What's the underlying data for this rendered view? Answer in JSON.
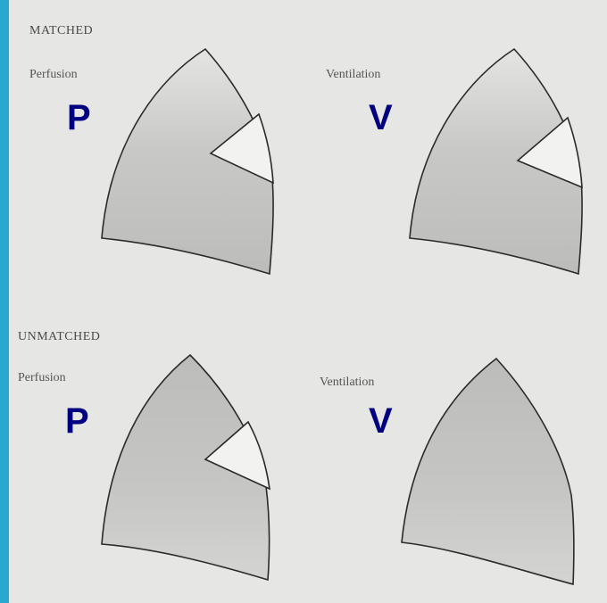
{
  "sections": {
    "matched": {
      "title": "MATCHED",
      "perfusion_label": "Perfusion",
      "ventilation_label": "Ventilation",
      "perfusion_letter": "P",
      "ventilation_letter": "V"
    },
    "unmatched": {
      "title": "UNMATCHED",
      "perfusion_label": "Perfusion",
      "ventilation_label": "Ventilation",
      "perfusion_letter": "P",
      "ventilation_letter": "V"
    }
  },
  "colors": {
    "frame": "#2aa9cf",
    "background": "#e6e6e4",
    "letters": "#000080",
    "outline": "#2a2a2a"
  }
}
